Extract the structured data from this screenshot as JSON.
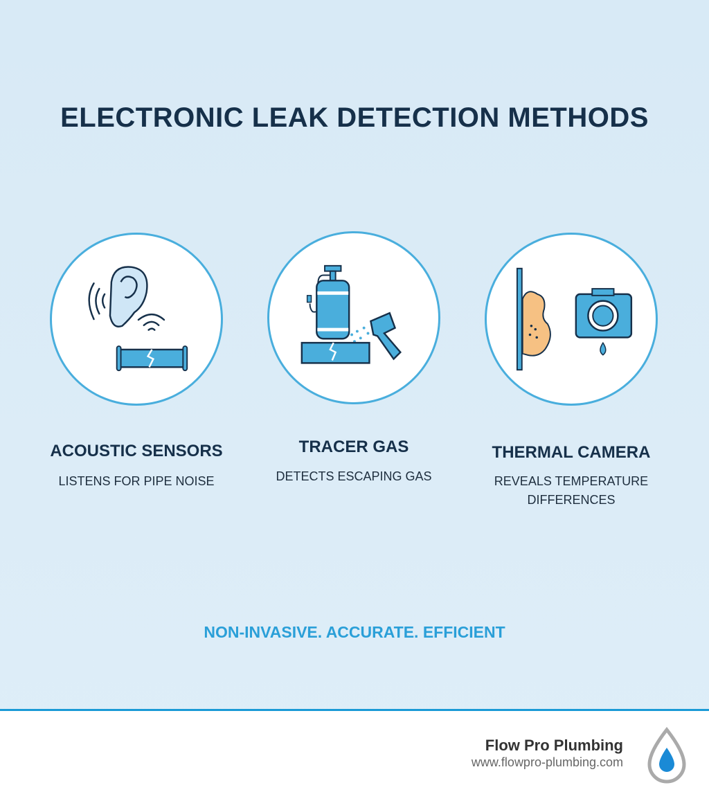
{
  "title": "ELECTRONIC LEAK DETECTION METHODS",
  "methods": [
    {
      "icon": "ear-pipe-icon",
      "label": "ACOUSTIC SENSORS",
      "description": "LISTENS FOR PIPE NOISE"
    },
    {
      "icon": "gas-tank-detector-icon",
      "label": "TRACER GAS",
      "description": "DETECTS ESCAPING GAS"
    },
    {
      "icon": "thermal-camera-icon",
      "label": "THERMAL CAMERA",
      "description_lines": [
        "REVEALS TEMPERATURE",
        "DIFFERENCES"
      ]
    }
  ],
  "tagline": "NON-INVASIVE. ACCURATE. EFFICIENT",
  "footer": {
    "brand": "Flow Pro Plumbing",
    "url": "www.flowpro-plumbing.com",
    "logo_icon": "water-drop-icon"
  },
  "colors": {
    "accent": "#2a9fd8",
    "title": "#16304a",
    "icon_fill": "#4aaedc",
    "warm": "#f6c183"
  }
}
